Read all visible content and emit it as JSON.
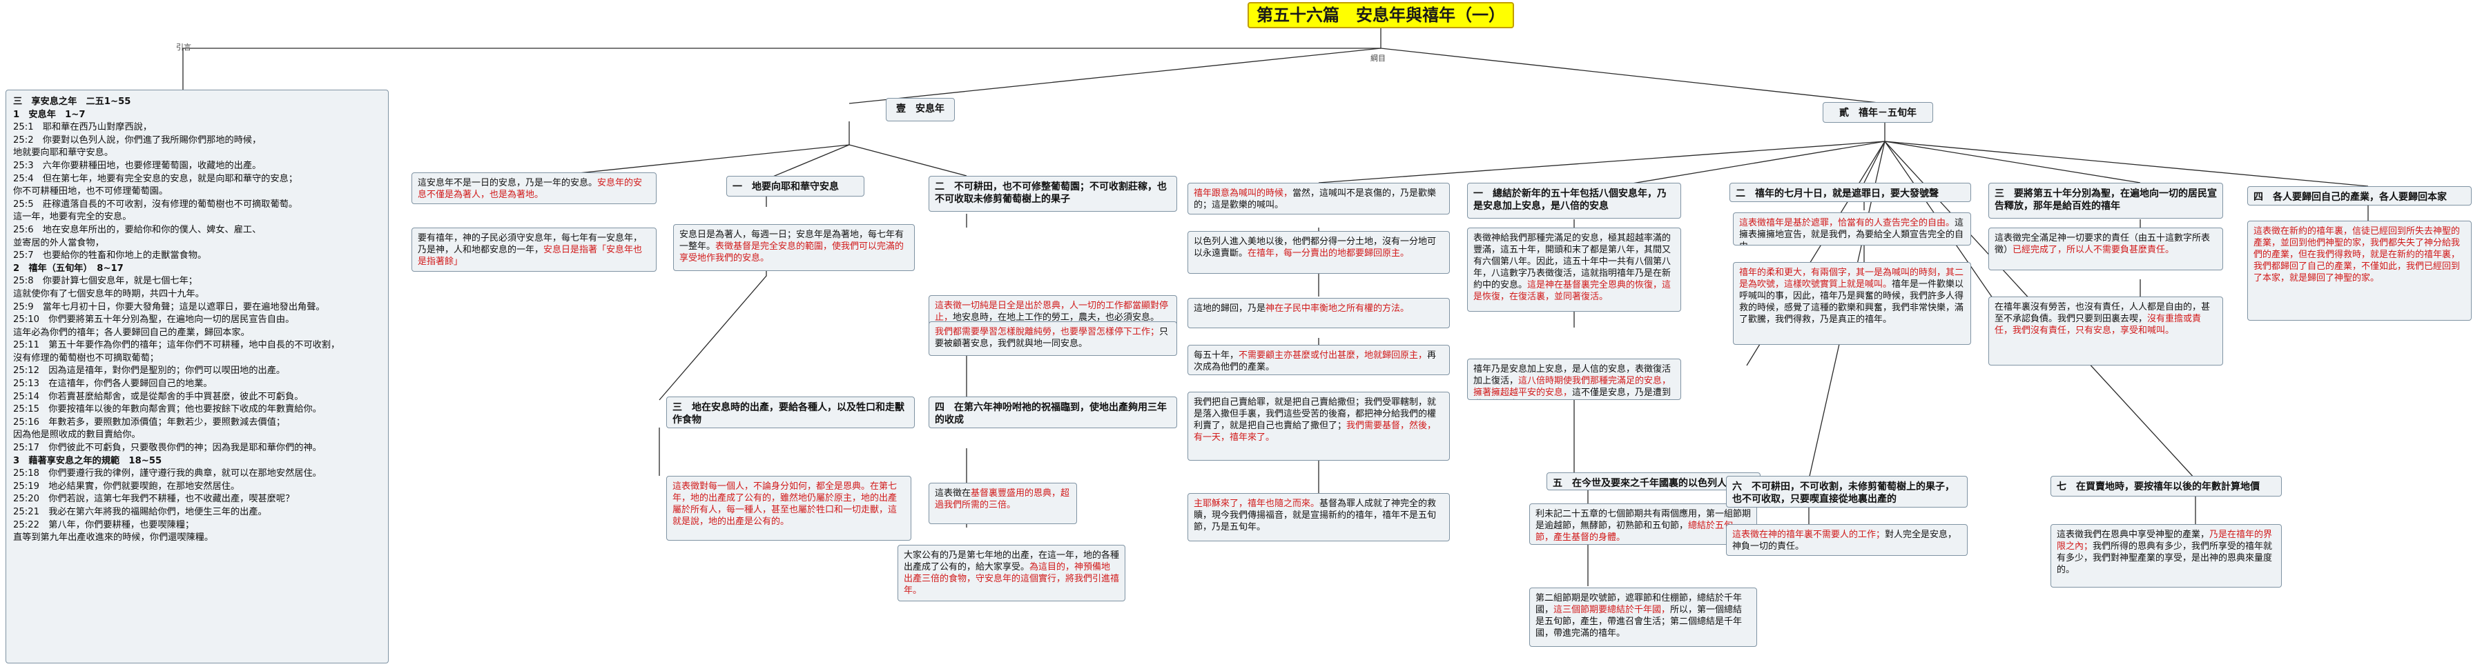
{
  "root": {
    "title": "第五十六篇　安息年與禧年（一）"
  },
  "labels": {
    "left": "引言",
    "middle": "綱目"
  },
  "intro": {
    "lines": [
      "三　享安息之年　二五1~55",
      "1　安息年　1~7",
      "25:1　耶和華在西乃山對摩西說，",
      "25:2　你要對以色列人說，你們進了我所賜你們那地的時候，",
      "地就要向耶和華守安息。",
      "25:3　六年你要耕種田地，也要修理葡萄園，收藏地的出產。",
      "25:4　但在第七年，地要有完全安息的安息，就是向耶和華守的安息；",
      "你不可耕種田地，也不可修理葡萄園。",
      "25:5　莊稼遺落自長的不可收割，沒有修理的葡萄樹也不可摘取葡萄。",
      "這一年，地要有完全的安息。",
      "25:6　地在安息年所出的，要給你和你的僕人、婢女、雇工、",
      "並寄居的外人當食物，",
      "25:7　也要給你的牲畜和你地上的走獸當食物。",
      "2　禧年（五旬年）　8~17",
      "25:8　你要計算七個安息年，就是七個七年；",
      "這就使你有了七個安息年的時期，共四十九年。",
      "25:9　當年七月初十日，你要大發角聲；這是以遮罪日，要在遍地發出角聲。",
      "25:10　你們要將第五十年分別為聖，在遍地向一切的居民宣告自由。",
      "這年必為你們的禧年；各人要歸回自己的產業，歸回本家。",
      "25:11　第五十年要作為你們的禧年；這年你們不可耕種，地中自長的不可收割，",
      "沒有修理的葡萄樹也不可摘取葡萄；",
      "25:12　因為這是禧年，對你們是聖別的；你們可以喫田地的出產。",
      "25:13　在這禧年，你們各人要歸回自己的地業。",
      "25:14　你若賣甚麼給鄰舍，或是從鄰舍的手中買甚麼，彼此不可虧負。",
      "25:15　你要按禧年以後的年數向鄰舍買；他也要按餘下收成的年數賣給你。",
      "25:16　年數若多，要照數加添價值；年數若少，要照數減去價值；",
      "因為他是照收成的數目賣給你。",
      "25:17　你們彼此不可虧負，只要敬畏你們的神；因為我是耶和華你們的神。",
      "3　藉著享安息之年的規範　18~55",
      "25:18　你們要遵行我的律例，謹守遵行我的典章，就可以在那地安然居住。",
      "25:19　地必結果實，你們就要喫飽，在那地安然居住。",
      "25:20　你們若說，這第七年我們不耕種，也不收藏出產，喫甚麼呢？",
      "25:21　我必在第六年將我的福賜給你們，地便生三年的出產。",
      "25:22　第八年，你們要耕種，也要喫陳糧；",
      "直等到第九年出產收進來的時候，你們還喫陳糧。"
    ]
  },
  "sections": {
    "s1": {
      "title": "壹　安息年"
    },
    "s2": {
      "title": "貳　禧年－五旬年"
    }
  },
  "nodes": {
    "a1": {
      "t1": "這安息年不是一日的安息，乃是一年的安息。",
      "t2": "安息年的安息不僅是為著人，也是為著地。"
    },
    "a2": {
      "t1": "要有禧年，神的子民必須守安息年，每七年有一安息年，乃是神，人和地都安息的一年，",
      "t2": "安息日是指著「安息年也是指著餘」"
    },
    "b1": {
      "title": "一　地要向耶和華守安息"
    },
    "b2": {
      "t1": "安息日是為著人，每週一日；安息年是為著地，每七年有一整年。",
      "t2": "表徵基督是完全安息的範圍，使我們可以完滿的享受地作我們的安息。"
    },
    "b3": {
      "title": "三　地在安息時的出產，要給各種人，以及牲口和走獸作食物"
    },
    "b4": {
      "t1": "這表徵對每一個人，不論身分如何，都全是恩典。在第七年，地的出產成了公有的，雖然地仍屬於原主，地的出產屬於所有人，每一種人，甚至也屬於牲口和一切走獸，這就是說，地的出產是公有的。"
    },
    "c1": {
      "title": "二　不可耕田，也不可修整葡萄園；不可收割莊稼，也不可收取未修剪葡萄樹上的果子"
    },
    "c2": {
      "t1": "這表徵一切純是日全是出於恩典，人一切的工作都當顯對停止，",
      "t2": "地安息時，在地上工作的勞工，農夫，也必須安息。"
    },
    "c3": {
      "t1": "我們都需要學習怎樣脫離純勞，也要學習怎樣停下工作；",
      "t2": "只要被顧著安息，我們就與地一同安息。"
    },
    "c4": {
      "title": "四　在第六年神吩咐祂的祝福臨到，使地出產夠用三年的收成"
    },
    "c5": {
      "t1": "這表徵在",
      "t2": "基督裏豐盛用的恩典，超過我們所需的三倍。"
    },
    "c6": {
      "t1": "大家公有的乃是第七年地的出產，在這一年，地的各種出產成了公有的，給大家享受。",
      "t2": "為這目的，神預備地出產三倍的食物，守安息年的這個實行，將我們引進禧年。"
    },
    "d1": {
      "t1": "禧年跟意為喊叫的時候，",
      "t2": "當然，這喊叫不是哀傷的，乃是歡樂的；這是歡樂的喊叫。"
    },
    "d2": {
      "t1": "以色列人進入美地以後，他們都分得一分土地，沒有一分地可以永遠賣斷。",
      "t2": "在禧年，每一分賣出的地都要歸回原主。"
    },
    "d3": {
      "t1": "這地的歸回，乃是",
      "t2": "神在子民中率衡地之所有權的方法。"
    },
    "d4": {
      "t1": "每五十年，",
      "t2": "不需要顧主亦甚麼或付出甚麼，地就歸回原主，",
      "t3": "再次成為他們的產業。"
    },
    "d5": {
      "t1": "我們把自己賣給罪，就是把自己賣給撒但；我們受罪轄制，就是落入撒但手裏，我們這些受苦的後裔，都把神分給我們的權利賣了，就是把自己也賣給了撒但了；",
      "t2": "我們需要基督，然後，有一天，禧年來了。"
    },
    "d6": {
      "t1": "主耶穌來了，",
      "t2": "禧年也隨之而來。",
      "t3": "基督為罪人成就了神完全的救贖，現今我們傳揚福音，就是宣揚新約的禧年，禧年不是五旬節，乃是五旬年。"
    },
    "e1": {
      "title": "一　總結於新年的五十年包括八個安息年，乃是安息加上安息，是八倍的安息"
    },
    "e2": {
      "t1": "表徵神給我們那種完滿足的安息，極其超越率滿的豐滿，",
      "t2": "這五十年，開頭和末了都是第八年，其間又有六個第八年。因此，這五十年中一共有八個第八年，八這數字乃表徵復活，這就指明禧年乃是在新約中的安息。",
      "t3": "這是神在基督裏完全恩典的恢復，這是恢復，在復活裏，並同著復活。"
    },
    "e3": {
      "t1": "禧年乃是安息加上安息，是人信的安息，表徵復活加上復活，",
      "t2": "這八倍時期使我們那種完滿足的安息，擁著擁超越平安的安息，",
      "t3": "這不僅是安息，乃是遭到滿足的安息。"
    },
    "f1": {
      "title": "二　禧年的七月十日，就是遮罪日，要大發號聲"
    },
    "f2": {
      "t1": "這表徵禧年是基於遮罪，恰當有的人查告完全的自由。",
      "t2": "這擁表擁擁地宣告，就是我們，為要給全人類宣告完全的自由。"
    },
    "f3": {
      "t1": "禧年的柔和更大，有兩個字，其一是為喊叫的時刻，其二是為吹號，這樣吹號實質上就是喊叫。",
      "t2": "禧年是一件歡樂以呼喊叫的事，因此，禧年乃是興奮的時候，我們許多人得救的時候，感覺了這種的歡樂和興奮，我們非常快樂，滿了歡騰，我們得救，乃是真正的禧年。"
    },
    "g1": {
      "title": "五　在今世及要來之千年國裏的以色列人"
    },
    "g2": {
      "t1": "利未記二十五章的七個節期共有兩個應用，第一組節期是逾越節，無酵節，初熟節和五旬節，",
      "t2": "總結於五旬節，產生基督的身體。"
    },
    "g3": {
      "t1": "第二組節期是吹號節，遮罪節和住棚節，總結於千年國，",
      "t2": "這三個節期要總結於千年國，",
      "t3": "所以，第一個總結是五旬節，產生，帶進召會生活；第二個總結是千年國，帶進完滿的禧年。"
    },
    "h1": {
      "title": "六　不可耕田，不可收割，未修剪葡萄樹上的果子，也不可收取，只要喫直接從地裏出產的"
    },
    "h2": {
      "t1": "這表徵在神的禧年裏不需要人的工作；",
      "t2": "對人完全是安息，神負一切的責任。"
    },
    "i1": {
      "title": "三　要將第五十年分別為聖，在遍地向一切的居民宣告釋放，那年是給百姓的禧年"
    },
    "i2": {
      "t1": "這表徵完全滿足神一切要求的責任（由五十這數字所表徵）",
      "t2": "已經完成了，所以人不需要負甚麼責任。"
    },
    "i3": {
      "t1": "在禧年裏沒有勞苦，也沒有責任，人人都是自由的，甚至不承認負債。我們只要到田裏去喫，",
      "t2": "沒有重擔或責任，我們沒有責任，只有安息，享受和喊叫。"
    },
    "j1": {
      "title": "七　在買賣地時，要按禧年以後的年數計算地價"
    },
    "j2": {
      "t1": "這表徵我們在恩典中享受神聖的產業，",
      "t2": "乃是在禧年的界限之內；",
      "t3": "我們所得的恩典有多少，我們所享受的禧年就有多少，我們對神聖產業的享受，是出神的恩典來量度的。"
    },
    "k1": {
      "title": "四　各人要歸回自己的產業，各人要歸回本家"
    },
    "k2": {
      "t1": "這表徵在新約的禧年裏，",
      "t2": "信徒已經回到所失去神聖的產業，並回到他們神聖的家，我們都失失了神分給我們的產業，但在我們得救時，就是在新約的禧年裏，我們都歸回了自己的產業，不僅如此，我們已經回到了本家，就是歸回了神聖的家。"
    }
  },
  "colors": {
    "root_fill": "#ffff00",
    "node_fill": "#eef2f5",
    "node_border": "#7f93a3",
    "highlight": "#d11a1a"
  }
}
